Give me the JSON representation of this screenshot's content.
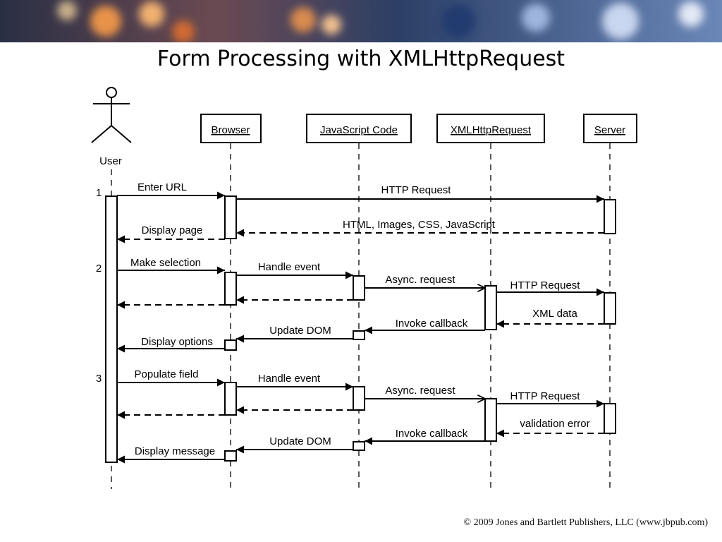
{
  "slide": {
    "title": "Form Processing with XMLHttpRequest",
    "copyright": "© 2009 Jones and Bartlett Publishers, LLC (www.jbpub.com)"
  },
  "colors": {
    "line": "#000000",
    "banner_dark": "#1b2a4a",
    "banner_warm": "#e07a3a"
  },
  "actor": {
    "label": "User"
  },
  "lifelines": [
    {
      "id": "browser",
      "label": "Browser"
    },
    {
      "id": "js",
      "label": "JavaScript Code"
    },
    {
      "id": "xhr",
      "label": "XMLHttpRequest"
    },
    {
      "id": "server",
      "label": "Server"
    }
  ],
  "steps": [
    "1",
    "2",
    "3"
  ],
  "messages": [
    {
      "id": "enter-url",
      "label": "Enter URL"
    },
    {
      "id": "http-request-1",
      "label": "HTTP Request"
    },
    {
      "id": "html-response",
      "label": "HTML, Images, CSS, JavaScript"
    },
    {
      "id": "display-page",
      "label": "Display page"
    },
    {
      "id": "make-selection",
      "label": "Make selection"
    },
    {
      "id": "handle-event-1",
      "label": "Handle event"
    },
    {
      "id": "async-request-1",
      "label": "Async. request"
    },
    {
      "id": "http-request-2",
      "label": "HTTP Request"
    },
    {
      "id": "xml-data",
      "label": "XML data"
    },
    {
      "id": "invoke-callback-1",
      "label": "Invoke callback"
    },
    {
      "id": "update-dom-1",
      "label": "Update DOM"
    },
    {
      "id": "display-options",
      "label": "Display options"
    },
    {
      "id": "populate-field",
      "label": "Populate field"
    },
    {
      "id": "handle-event-2",
      "label": "Handle event"
    },
    {
      "id": "async-request-2",
      "label": "Async. request"
    },
    {
      "id": "http-request-3",
      "label": "HTTP Request"
    },
    {
      "id": "validation-error",
      "label": "validation error"
    },
    {
      "id": "invoke-callback-2",
      "label": "Invoke callback"
    },
    {
      "id": "update-dom-2",
      "label": "Update DOM"
    },
    {
      "id": "display-message",
      "label": "Display message"
    }
  ]
}
